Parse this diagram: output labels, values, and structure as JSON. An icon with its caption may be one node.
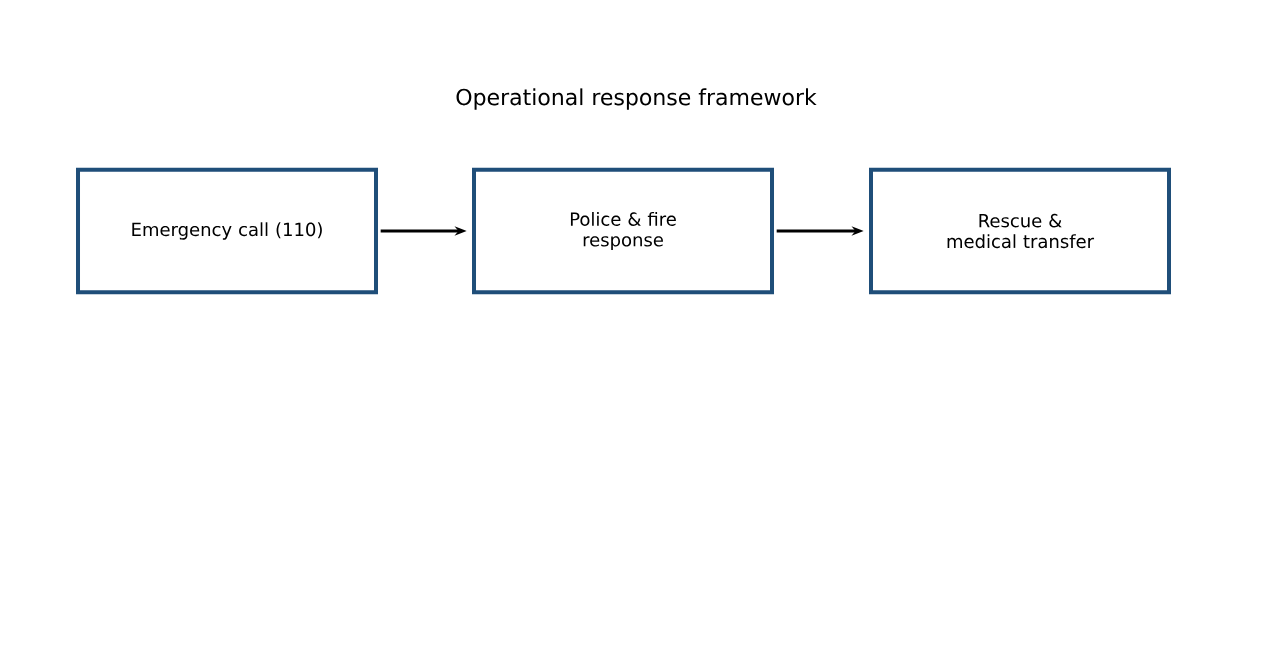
{
  "diagram": {
    "title": "Operational response framework",
    "nodes": [
      {
        "text": [
          "Emergency call (110)"
        ]
      },
      {
        "text": [
          "Police & fire response"
        ]
      },
      {
        "text": [
          "Rescue & medical transfer"
        ]
      }
    ],
    "edges": [
      {
        "from": 0,
        "to": 1,
        "arrow": "to"
      },
      {
        "from": 1,
        "to": 2,
        "arrow": "to"
      }
    ]
  }
}
